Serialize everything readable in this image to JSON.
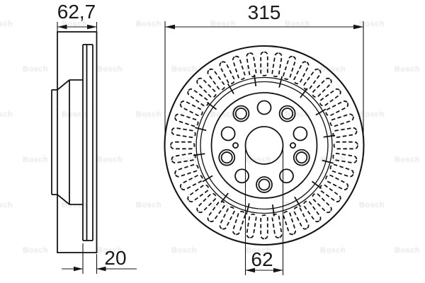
{
  "drawing": {
    "title": "vented-brake-disc-technical-drawing",
    "watermark": {
      "text": "Bosch",
      "rows": 6,
      "cols": 6
    },
    "colors": {
      "line": "#151515",
      "background": "#ffffff",
      "watermark": "#d5d5d5"
    },
    "dimensions": {
      "overall_height": "62,7",
      "outer_diameter": "315",
      "disc_thickness": "20",
      "center_bore_diameter": "62"
    },
    "front_view": {
      "slot_count": 40,
      "slot_step_deg": 9,
      "tick_count": 16,
      "tick_step_deg": 22.5,
      "tick_offset_deg": 8,
      "lug_hole_count": 5,
      "lug_hole_angles_deg": [
        54,
        126,
        198,
        270,
        342
      ],
      "small_hole_count": 5,
      "small_hole_angles_deg": [
        18,
        90,
        162,
        234,
        306
      ],
      "pin_hole_count": 2,
      "pin_hole_angles_deg": [
        0,
        180
      ]
    }
  }
}
